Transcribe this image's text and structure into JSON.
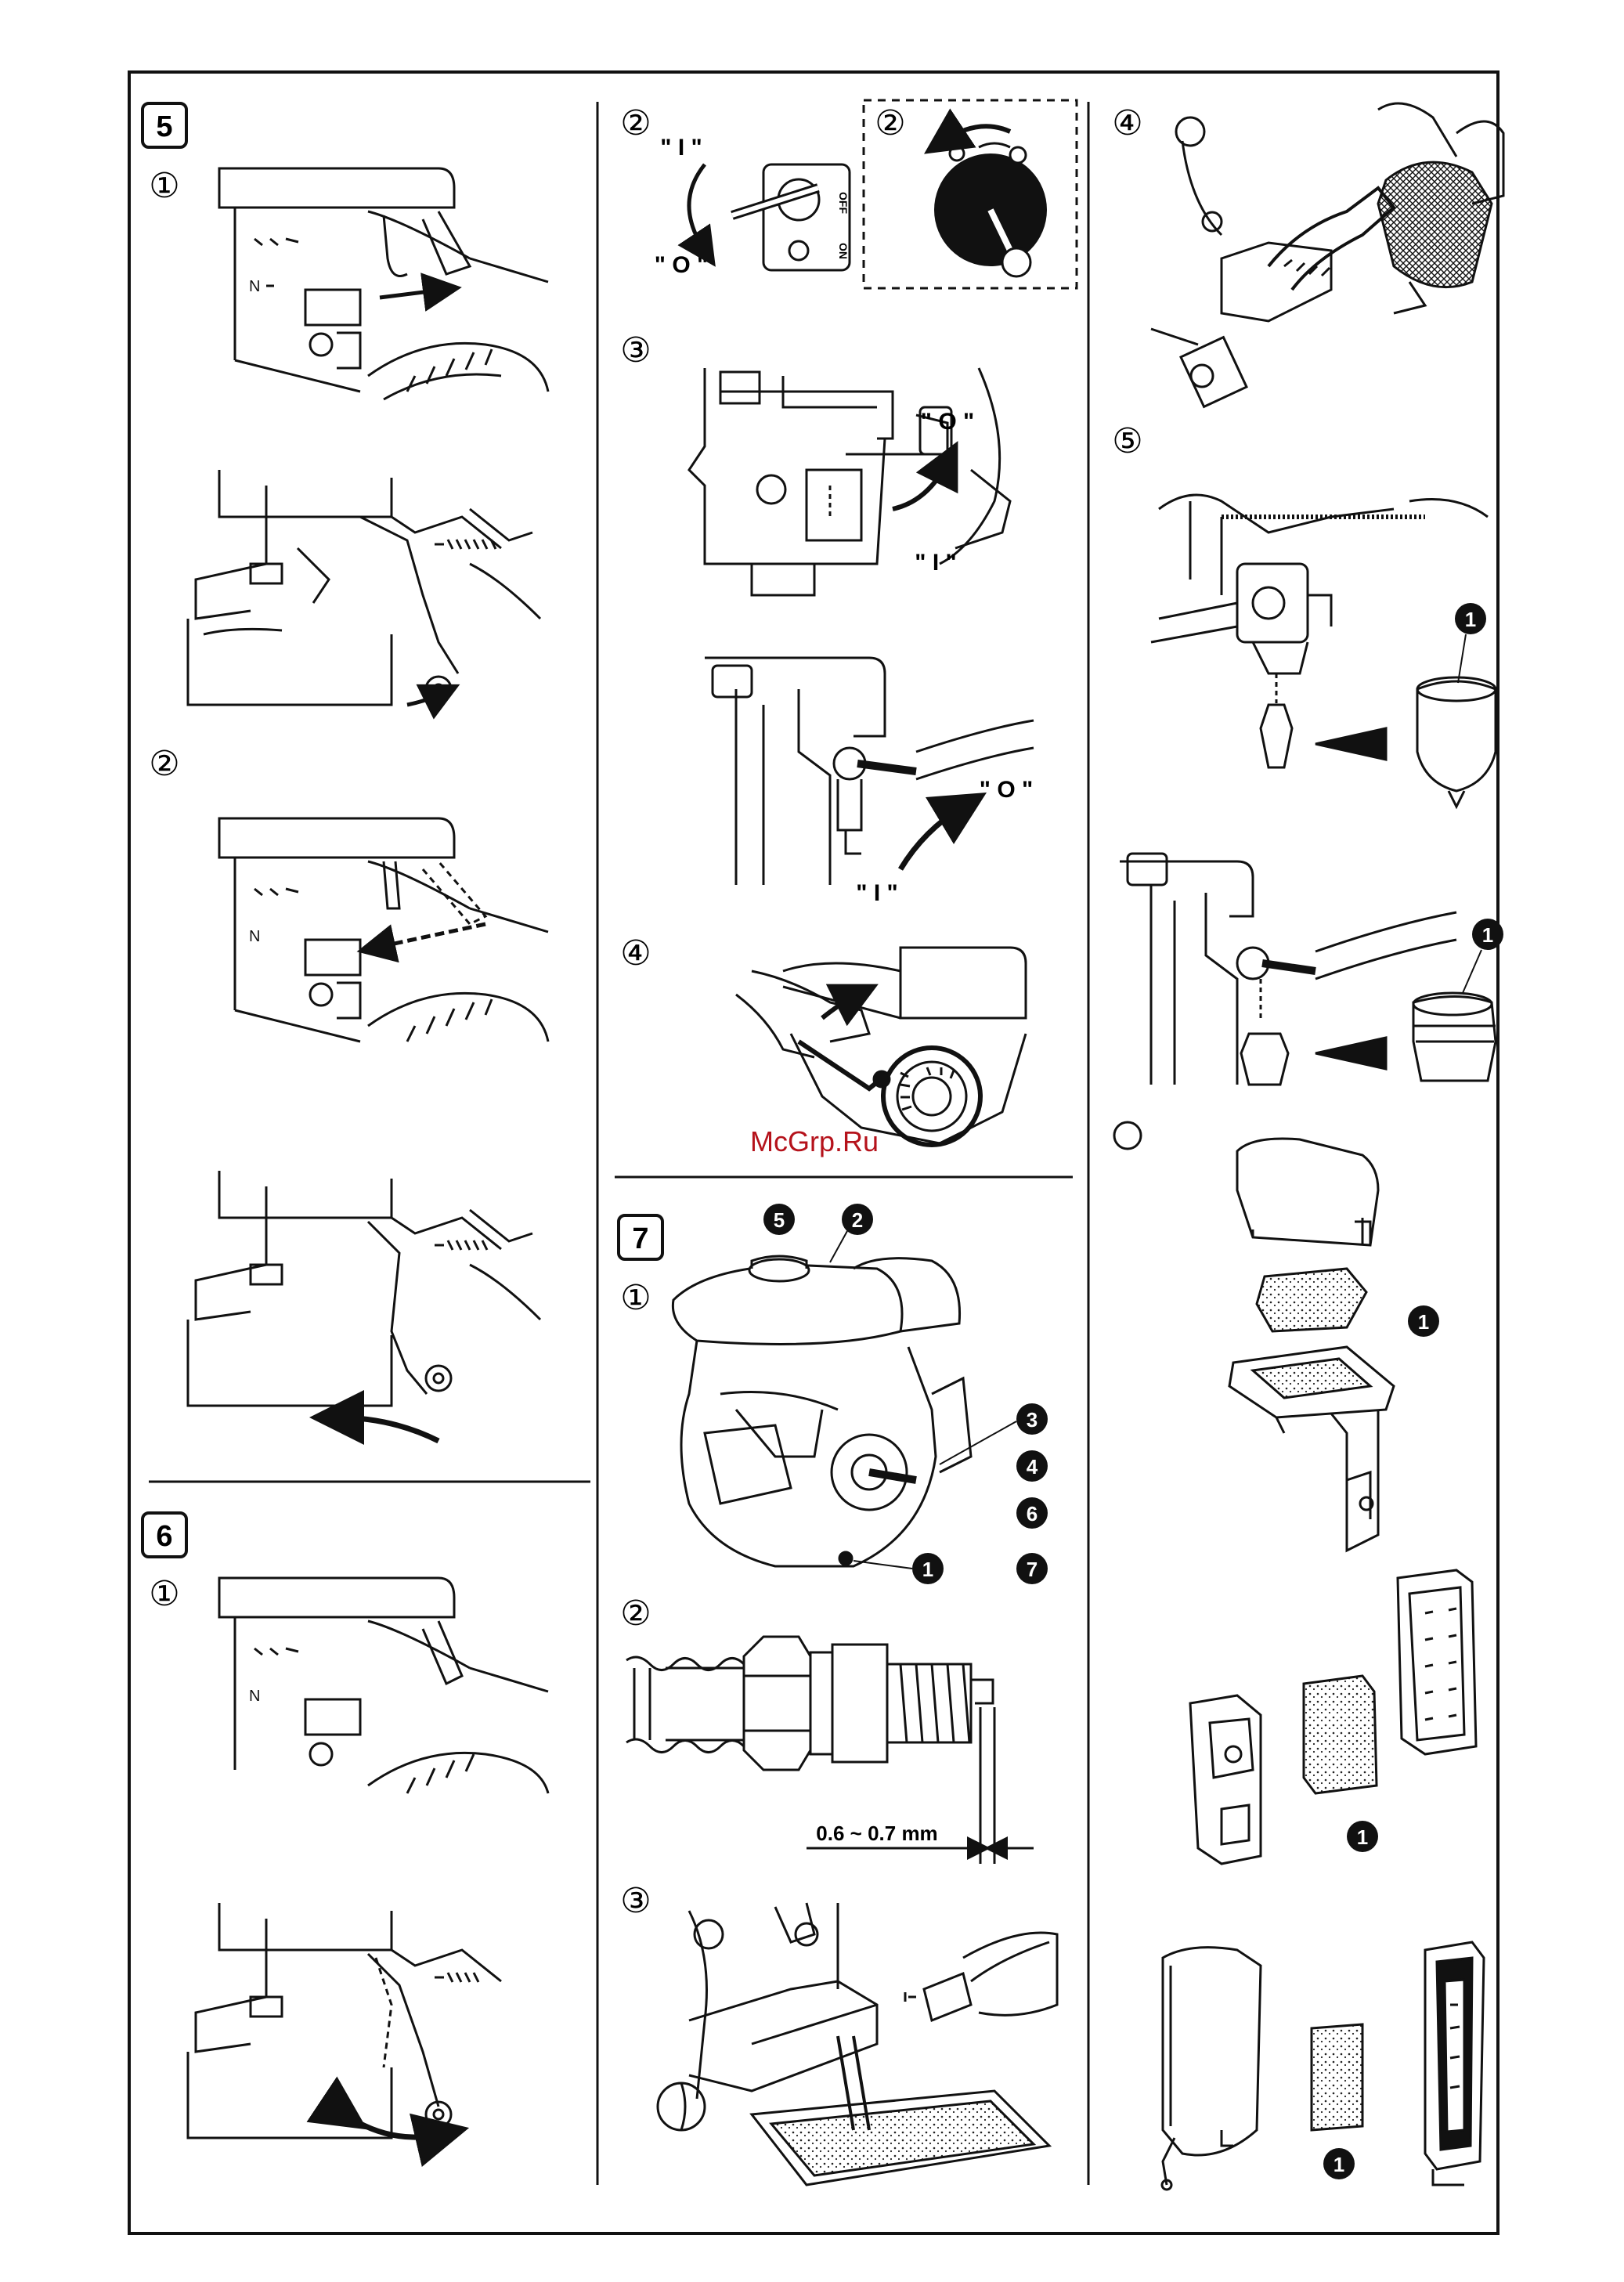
{
  "sections": {
    "s5": {
      "label": "5",
      "step1": "①",
      "step2": "②"
    },
    "s6": {
      "label": "6",
      "step1": "①"
    },
    "s7": {
      "label": "7",
      "step1": "①",
      "step2": "②",
      "step3": "③",
      "callouts": [
        "5",
        "2",
        "3",
        "4",
        "6",
        "1",
        "7"
      ]
    },
    "middle": {
      "step2a": "②",
      "step2b": "②",
      "step3": "③",
      "step4": "④"
    },
    "right": {
      "step4": "④",
      "step5": "⑤",
      "callout_bowl": "1",
      "callout_cup": "1",
      "callout_filter1": "1",
      "callout_filter2": "1",
      "callout_filter3": "1"
    }
  },
  "switch_labels": {
    "on": "\" I \"",
    "off": "\" O \""
  },
  "switch_panel": {
    "off": "OFF",
    "on": "ON"
  },
  "spark_gap": "0.6 ~ 0.7 mm",
  "watermark": "McGrp.Ru"
}
